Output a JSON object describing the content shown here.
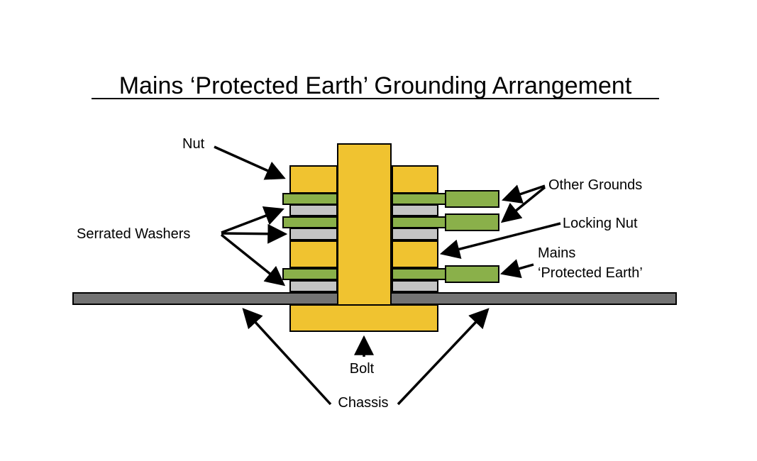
{
  "title": "Mains ‘Protected Earth’ Grounding Arrangement",
  "labels": {
    "nut": "Nut",
    "other_grounds": "Other Grounds",
    "serrated_washers": "Serrated Washers",
    "locking_nut": "Locking Nut",
    "mains_line1": "Mains",
    "mains_line2": "‘Protected Earth’",
    "bolt": "Bolt",
    "chassis": "Chassis"
  },
  "colors": {
    "nut": "#f0c330",
    "bolt": "#f0c330",
    "lug": "#8ab04a",
    "washer": "#c4c4c4",
    "chassis": "#737373",
    "outline": "#000000"
  }
}
